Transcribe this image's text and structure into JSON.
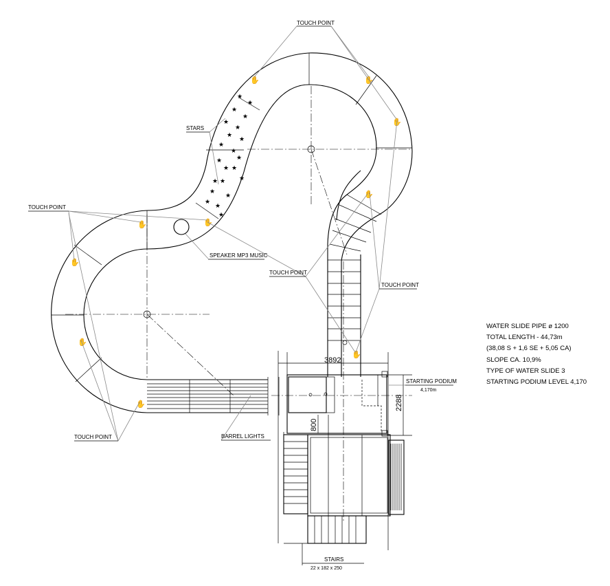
{
  "labels": {
    "touch_point_top": "TOUCH POINT",
    "touch_point_left": "TOUCH POINT",
    "touch_point_bottom": "TOUCH POINT",
    "touch_point_mid": "TOUCH POINT",
    "touch_point_right": "TOUCH POINT",
    "stars_curve": "STARS",
    "speaker": "SPEAKER MP3 MUSIC",
    "barrel_lights": "BARREL LIGHTS",
    "starting_podium": "STARTING PODIUM",
    "starting_podium_level": "4,170m",
    "stairs": "STAIRS",
    "stairs_size": "22 x 182 x 250"
  },
  "dimensions": {
    "width_top": "3892",
    "height_right": "2288",
    "height_left": "800"
  },
  "specs": [
    "WATER SLIDE PIPE ø 1200",
    "TOTAL LENGTH - 44,73m",
    "(38,08 S + 1,6 SE + 5,05 CA)",
    "SLOPE CA. 10,9%",
    "TYPE OF WATER SLIDE 3",
    "STARTING PODIUM LEVEL 4,170"
  ],
  "icons": {
    "touch_point_marker": "hand-icon",
    "star_marker": "star-icon",
    "speaker_marker": "speaker-icon"
  }
}
